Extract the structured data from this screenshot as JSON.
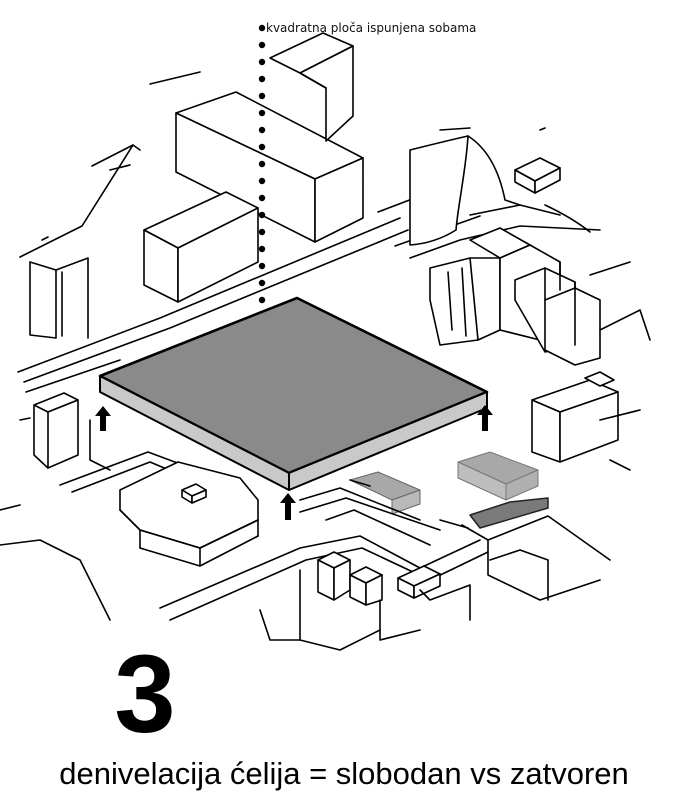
{
  "callout": {
    "label": "kvadratna ploča ispunjena sobama"
  },
  "step": {
    "number": "3"
  },
  "caption": {
    "text": "denivelacija ćelija = slobodan vs zatvoren"
  },
  "colors": {
    "slab_top": "#8a8a8a",
    "slab_side": "#c9c9c9",
    "ink": "#000000",
    "shaded_volume": "#a8a8a8",
    "background": "#ffffff"
  }
}
